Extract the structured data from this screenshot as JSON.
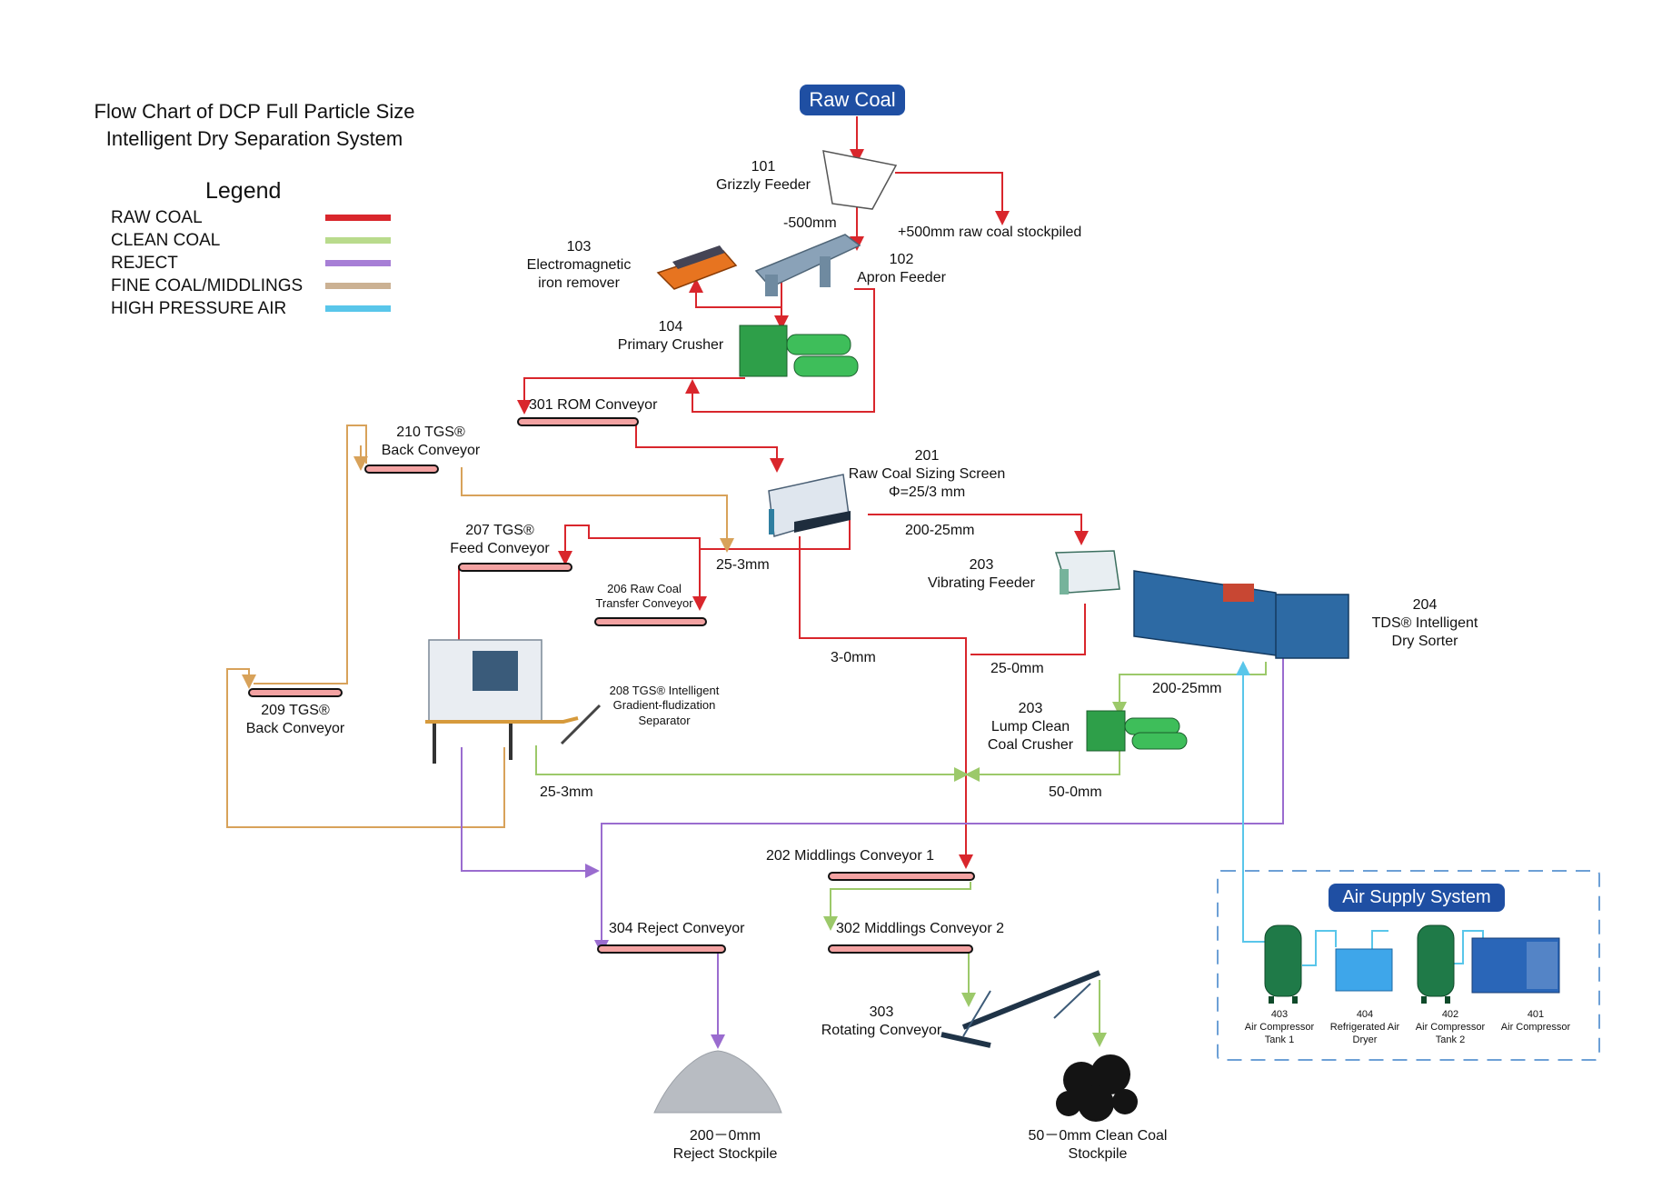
{
  "title": [
    "Flow Chart of DCP Full Particle Size",
    "Intelligent Dry Separation System"
  ],
  "legend": {
    "title": "Legend",
    "items": [
      {
        "label": "RAW COAL",
        "color": "#d9262c"
      },
      {
        "label": "CLEAN COAL",
        "color": "#b9db8c"
      },
      {
        "label": "REJECT",
        "color": "#a77fd6"
      },
      {
        "label": "FINE COAL/MIDDLINGS",
        "color": "#cbb193"
      },
      {
        "label": "HIGH PRESSURE AIR",
        "color": "#59c6ea"
      }
    ]
  },
  "start": "Raw Coal",
  "equipment": {
    "e101": [
      "101",
      "Grizzly Feeder"
    ],
    "e102": [
      "102",
      "Apron Feeder"
    ],
    "e103": [
      "103",
      "Electromagnetic",
      "iron remover"
    ],
    "e104": [
      "104",
      "Primary Crusher"
    ],
    "e301": [
      "301 ROM Conveyor"
    ],
    "e210": [
      "210 TGS®",
      "Back Conveyor"
    ],
    "e201": [
      "201",
      "Raw Coal Sizing Screen",
      "Φ=25/3 mm"
    ],
    "e207": [
      "207 TGS®",
      "Feed Conveyor"
    ],
    "e206": [
      "206 Raw Coal",
      "Transfer Conveyor"
    ],
    "e203a": [
      "203",
      "Vibrating Feeder"
    ],
    "e204": [
      "204",
      "TDS® Intelligent",
      "Dry Sorter"
    ],
    "e209": [
      "209 TGS®",
      "Back Conveyor"
    ],
    "e208": [
      "208 TGS® Intelligent",
      "Gradient-fludization",
      "Separator"
    ],
    "e203b": [
      "203",
      "Lump Clean",
      "Coal Crusher"
    ],
    "e202": [
      "202 Middlings Conveyor 1"
    ],
    "e304": [
      "304 Reject Conveyor"
    ],
    "e302": [
      "302 Middlings Conveyor 2"
    ],
    "e303": [
      "303",
      "Rotating Conveyor"
    ],
    "reject_stockpile": [
      "200－0mm",
      "Reject Stockpile"
    ],
    "clean_stockpile": [
      "50－0mm Clean Coal",
      "Stockpile"
    ]
  },
  "flow_labels": {
    "minus500": "-500mm",
    "plus500": "+500mm raw coal stockpiled",
    "f200_25a": "200-25mm",
    "f25_3a": "25-3mm",
    "f3_0": "3-0mm",
    "f25_0": "25-0mm",
    "f200_25b": "200-25mm",
    "f25_3b": "25-3mm",
    "f50_0": "50-0mm"
  },
  "air_supply": {
    "title": "Air Supply System",
    "units": [
      {
        "code": "403",
        "name": [
          "Air Compressor",
          "Tank 1"
        ]
      },
      {
        "code": "404",
        "name": [
          "Refrigerated Air",
          "Dryer"
        ]
      },
      {
        "code": "402",
        "name": [
          "Air Compressor",
          "Tank 2"
        ]
      },
      {
        "code": "401",
        "name": [
          "Air Compressor"
        ]
      }
    ]
  },
  "line_colors": {
    "raw": "#d9262c",
    "clean": "#b9db8c",
    "reject": "#a77fd6",
    "fine": "#d8a25a",
    "air": "#59c6ea"
  }
}
